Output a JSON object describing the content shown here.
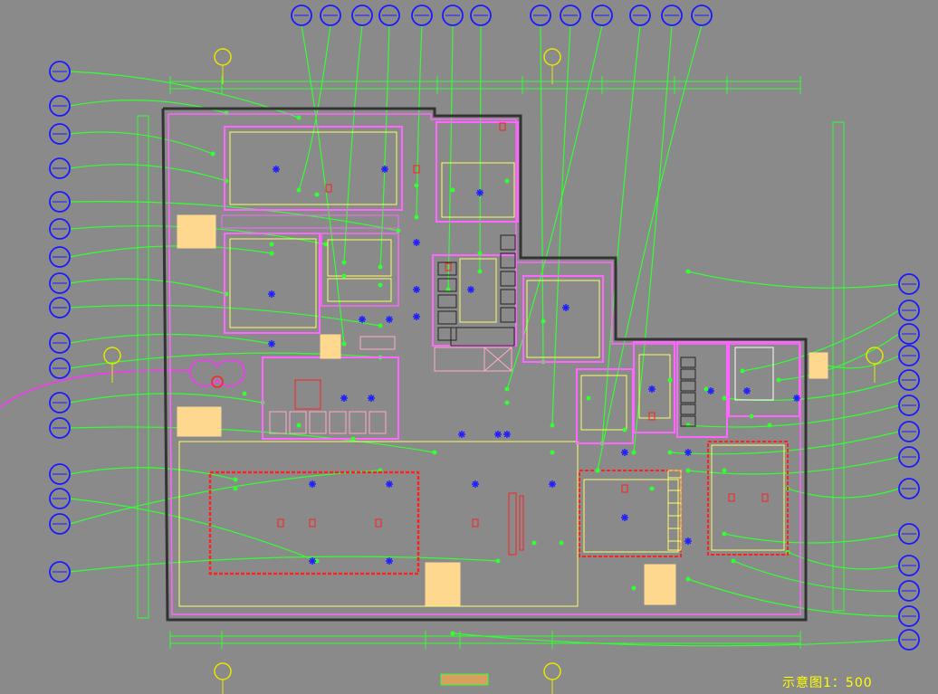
{
  "drawing": {
    "scale_label": "示意图1：500",
    "colors": {
      "background": "#8a8a8a",
      "wall": "#ff66ff",
      "furniture": "#ffff66",
      "callout_bubble": "#1a1aff",
      "leader": "#33ff33",
      "dimension": "#33ff33",
      "grid_bubble": "#e6e600",
      "fixture_red": "#ff2020",
      "fixture_blue": "#2020ff",
      "cabinet_fill": "#ffd890"
    },
    "callouts_top_count": 13,
    "callouts_left_count": 17,
    "callouts_right_count": 15
  }
}
